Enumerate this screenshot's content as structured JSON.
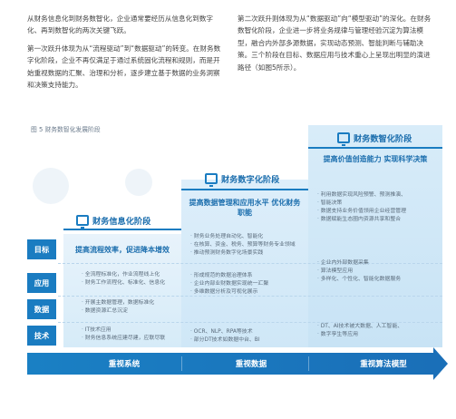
{
  "body_text": {
    "left": [
      "从财务信息化到财务数智化，企业通常要经历从信息化到数字化、再到数智化的两次关键飞跃。",
      "第一次跃升体现为从“流程驱动”到“数据驱动”的转变。在财务数字化阶段，企业不再仅满足于通过系统固化流程和规则，而是开始重视数据的汇聚、治理和分析，逐步建立基于数据的业务洞察和决策支持能力。"
    ],
    "right": [
      "第二次跃升则体现为从“数据驱动”向“模型驱动”的深化。在财务数智化阶段，企业进一步将业务规律与管理经验沉淀为算法模型，融合内外部多源数据，实现动态预测、智能判断与辅助决策。三个阶段在目标、数据应用与技术重心上呈现出明显的演进路径（如图5所示）。"
    ]
  },
  "figure": {
    "caption": "图 5 财务数智化发展阶段",
    "row_labels": {
      "goal": "目标",
      "app": "应用",
      "data": "数据",
      "tech": "技术"
    },
    "stages": [
      {
        "title": "财务信息化阶段",
        "goal": "提高流程效率，促进降本增效",
        "app_items": [
          "全流程标准化，作业流程线上化",
          "财务工作流程化、标准化、信息化"
        ],
        "data_items": [
          "开展主数据管理，数据标准化",
          "数据资源汇总沉淀"
        ],
        "tech_items": [
          "IT技术应用",
          "财务信息系统应建尽建，应联尽联"
        ],
        "base_label": "重视系统"
      },
      {
        "title": "财务数字化阶段",
        "goal": "提高数据管理和应用水平 优化财务职能",
        "goal_items": [
          "财务业务处理自动化、智能化",
          "在核算、资金、税务、预算等财务专业领域",
          "推动预测财务数字化场景实践"
        ],
        "app_items": [
          "形成规范的数据治理体系",
          "企业内部业财数据实现统一汇聚",
          "多维数据分析及可视化展示"
        ],
        "tech_items": [
          "OCR、NLP、RPA等技术",
          "部分DT技术如数据中台、BI"
        ],
        "base_label": "重视数据"
      },
      {
        "title": "财务数智化阶段",
        "goal": "提高价值创造能力 实现科学决策",
        "goal_items": [
          "利用数据实现风险预警、预测推演、",
          "智能决策",
          "数据支持业务价值领用企业经营管理",
          "数据赋能生态圈内资源共享和整合"
        ],
        "app_items": [
          "企业内外部数据采集",
          "算法模型应用",
          "多样化、个性化、智能化数据服务"
        ],
        "tech_items": [
          "DT、AI技术被大数据、人工智能、",
          "数字孪生等应用"
        ],
        "base_label": "重视算法模型"
      }
    ]
  },
  "colors": {
    "accent": "#1a7cc1",
    "stage_fill": "#d6ebf8",
    "goal_text": "#1d6fae"
  }
}
